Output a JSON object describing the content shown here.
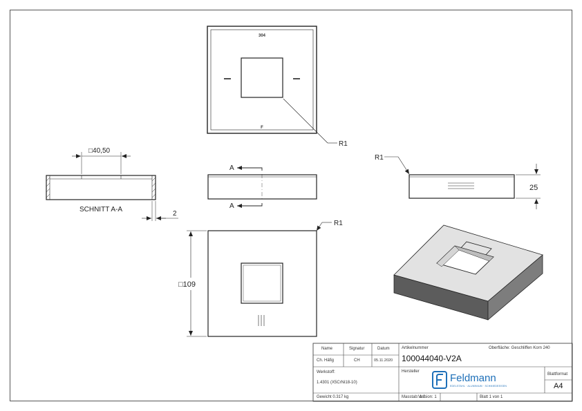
{
  "drawing": {
    "top_view": {
      "engraving_top": "304",
      "engraving_bottom": "F",
      "radius_callout": "R1"
    },
    "section_view": {
      "dimension_square": "□40,50",
      "caption": "SCHNITT A-A",
      "thickness_dim": "2"
    },
    "front_view": {
      "section_label_top": "A",
      "section_label_bottom": "A"
    },
    "side_view": {
      "radius_callout": "R1",
      "height_dim": "25"
    },
    "bottom_view": {
      "radius_callout": "R1",
      "size_dim": "□109"
    }
  },
  "title_block": {
    "headers": {
      "name": "Name",
      "signature": "Signatur",
      "date": "Datum"
    },
    "author_name": "Ch. Häfig",
    "author_signature": "CH",
    "author_date": "05.11.2020",
    "article_number_label": "Artikelnummer",
    "article_number": "100044040-V2A",
    "surface": "Oberfläche: Geschliffen Korn 240",
    "material_label": "Werkstoff:",
    "material": "1.4301 (X5CrNi18-10)",
    "manufacturer_label": "Hersteller",
    "manufacturer": "Feldmann",
    "manufacturer_tagline": "EDELSTAHL · ALUMINIUM · SCHMIEDEEISEN",
    "format_label": "Blattformat",
    "format": "A4",
    "weight": "Gewicht 0.317 kg",
    "scale": "Masstab: 1:2",
    "version": "Version: 1",
    "sheet": "Blatt 1 von 1"
  }
}
